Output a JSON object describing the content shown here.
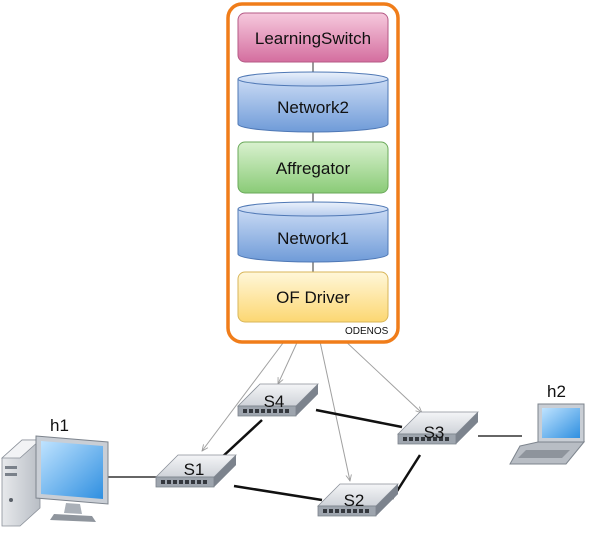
{
  "odenos": {
    "label": "ODENOS",
    "components": {
      "learning_switch": "LearningSwitch",
      "network2": "Network2",
      "aggregator": "Affregator",
      "network1": "Network1",
      "of_driver": "OF Driver"
    }
  },
  "switches": {
    "s1": "S1",
    "s2": "S2",
    "s3": "S3",
    "s4": "S4"
  },
  "hosts": {
    "h1": "h1",
    "h2": "h2"
  },
  "colors": {
    "container_border": "#f07d1a",
    "learning_switch": "#d97aa6",
    "network": "#6f9bd8",
    "aggregator": "#8fd07c",
    "of_driver": "#fde08a"
  }
}
